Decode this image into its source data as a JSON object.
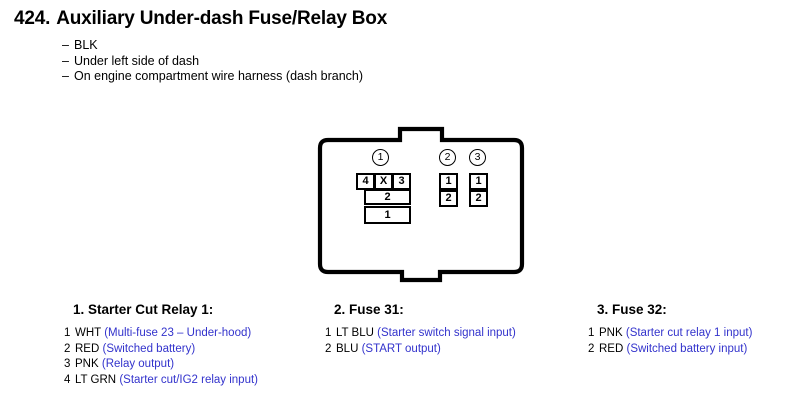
{
  "header": {
    "number": "424.",
    "title": "Auxiliary Under-dash Fuse/Relay Box",
    "notes": [
      "BLK",
      "Under left side of dash",
      "On engine compartment wire harness (dash branch)"
    ],
    "note_dash": "–"
  },
  "diagram": {
    "connector_labels": [
      "1",
      "2",
      "3"
    ],
    "connector_1_pins": {
      "top_row": [
        "4",
        "X",
        "3"
      ],
      "row_2": "2",
      "row_1": "1"
    },
    "connector_2_pins": [
      "1",
      "2"
    ],
    "connector_3_pins": [
      "1",
      "2"
    ]
  },
  "legend": {
    "columns": [
      {
        "heading": "1. Starter Cut Relay 1:",
        "rows": [
          {
            "pin": "1",
            "code": "WHT",
            "desc": "(Multi-fuse 23 – Under-hood)"
          },
          {
            "pin": "2",
            "code": "RED",
            "desc": "(Switched battery)"
          },
          {
            "pin": "3",
            "code": "PNK",
            "desc": "(Relay output)"
          },
          {
            "pin": "4",
            "code": "LT GRN",
            "desc": "(Starter cut/IG2 relay input)"
          }
        ]
      },
      {
        "heading": "2. Fuse 31:",
        "rows": [
          {
            "pin": "1",
            "code": "LT BLU",
            "desc": "(Starter switch signal input)"
          },
          {
            "pin": "2",
            "code": "BLU",
            "desc": "(START output)"
          }
        ]
      },
      {
        "heading": "3. Fuse 32:",
        "rows": [
          {
            "pin": "1",
            "code": "PNK",
            "desc": "(Starter cut relay 1 input)"
          },
          {
            "pin": "2",
            "code": "RED",
            "desc": "(Switched battery input)"
          }
        ]
      }
    ]
  },
  "colors": {
    "text": "#000000",
    "description": "#3333cc",
    "background": "#ffffff"
  }
}
